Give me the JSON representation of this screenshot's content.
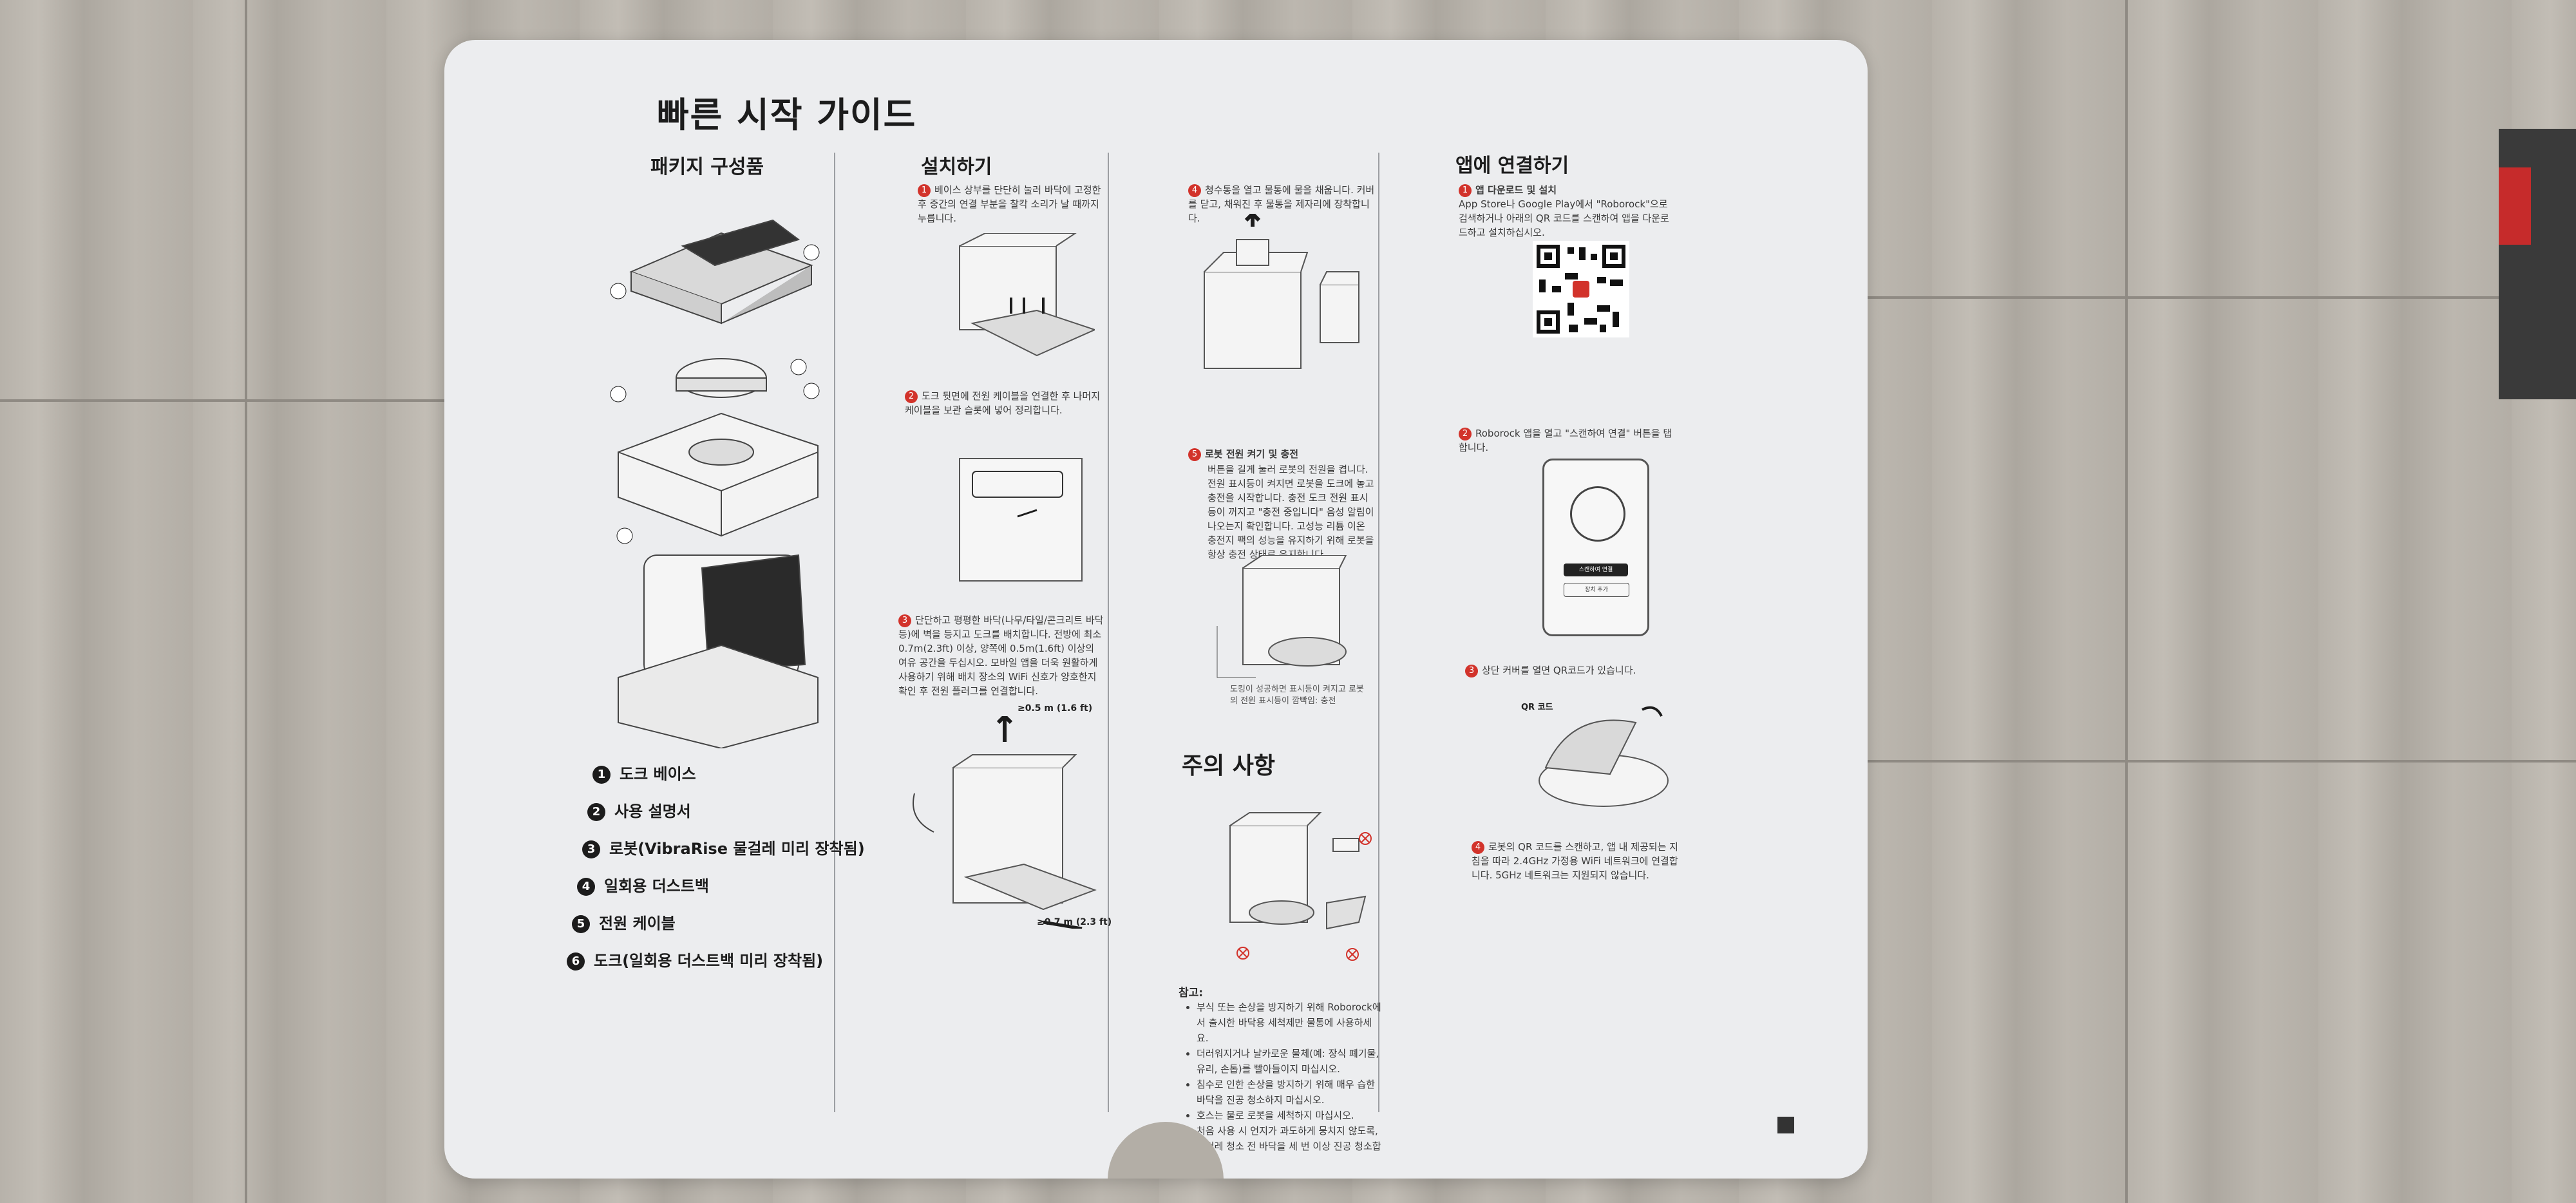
{
  "guide": {
    "title": "빠른 시작 가이드",
    "package": {
      "heading": "패키지 구성품",
      "items": [
        {
          "num": "1",
          "label": "도크 베이스"
        },
        {
          "num": "2",
          "label": "사용 설명서"
        },
        {
          "num": "3",
          "label": "로봇(VibraRise 물걸레 미리 장착됨)"
        },
        {
          "num": "4",
          "label": "일회용 더스트백"
        },
        {
          "num": "5",
          "label": "전원 케이블"
        },
        {
          "num": "6",
          "label": "도크(일회용 더스트백 미리 장착됨)"
        }
      ]
    },
    "install": {
      "heading": "설치하기",
      "steps": [
        {
          "num": "1",
          "text": "베이스 상부를 단단히 눌러 바닥에 고정한 후 중간의 연결 부분을 찰칵 소리가 날 때까지 누릅니다."
        },
        {
          "num": "2",
          "text": "도크 뒷면에 전원 케이블을 연결한 후 나머지 케이블을 보관 슬롯에 넣어 정리합니다."
        },
        {
          "num": "3",
          "text": "단단하고 평평한 바닥(나무/타일/콘크리트 바닥 등)에 벽을 등지고 도크를 배치합니다. 전방에 최소 0.7m(2.3ft) 이상, 양쪽에 0.5m(1.6ft) 이상의 여유 공간을 두십시오. 모바일 앱을 더욱 원활하게 사용하기 위해 배치 장소의 WiFi 신호가 양호한지 확인 후 전원 플러그를 연결합니다."
        },
        {
          "num": "4",
          "text": "청수통을 열고 물통에 물을 채웁니다. 커버를 닫고, 채워진 후 물통을 제자리에 장착합니다."
        },
        {
          "num": "5",
          "text": "로봇 전원 켜기 및 충전"
        }
      ],
      "step5_body": "버튼을 길게 눌러 로봇의 전원을 켭니다. 전원 표시등이 켜지면 로봇을 도크에 놓고 충전을 시작합니다. 충전 도크 전원 표시등이 꺼지고 \"충전 중입니다\" 음성 알림이 나오는지 확인합니다. 고성능 리튬 이온 충전지 팩의 성능을 유지하기 위해 로봇을 항상 충전 상태로 유지합니다.",
      "dist_top": "≥0.5 m (1.6 ft)",
      "dist_bottom": "≥0.7 m (2.3 ft)",
      "charge_caption": "도킹이 성공하면 표시등이 켜지고 로봇의 전원 표시등이 깜빡임: 충전"
    },
    "caution": {
      "heading": "주의 사항",
      "note_title": "참고:",
      "notes": [
        "부식 또는 손상을 방지하기 위해 Roborock에서 출시한 바닥용 세척제만 물통에 사용하세요.",
        "더러워지거나 날카로운 물체(예: 장식 폐기물, 유리, 손톱)를 빨아들이지 마십시오.",
        "침수로 인한 손상을 방지하기 위해 매우 습한 바닥을 진공 청소하지 마십시오.",
        "호스는 물로 로봇을 세척하지 마십시오.",
        "처음 사용 시 언지가 과도하게 뭉치지 않도록, 물걸레 청소 전 바닥을 세 번 이상 진공 청소합니다."
      ]
    },
    "app": {
      "heading": "앱에 연결하기",
      "step1_title": "앱 다운로드 및 설치",
      "step1_text": "App Store나 Google Play에서 \"Roborock\"으로 검색하거나 아래의 QR 코드를 스캔하여 앱을 다운로드하고 설치하십시오.",
      "step2": "Roborock 앱을 열고 \"스캔하여 연결\" 버튼을 탭합니다.",
      "step3": "상단 커버를 열면 QR코드가 있습니다.",
      "qr_label": "QR 코드",
      "step4": "로봇의 QR 코드를 스캔하고, 앱 내 제공되는 지침을 따라 2.4GHz 가정용 WiFi 네트워크에 연결합니다. 5GHz 네트워크는 지원되지 않습니다.",
      "phone_button1": "스캔하여 연결",
      "phone_button2": "장치 추가"
    }
  },
  "colors": {
    "sheet": "#ecedef",
    "accent": "#d2332b",
    "ink": "#1c1c1c",
    "floor": "#b7b2aa"
  }
}
